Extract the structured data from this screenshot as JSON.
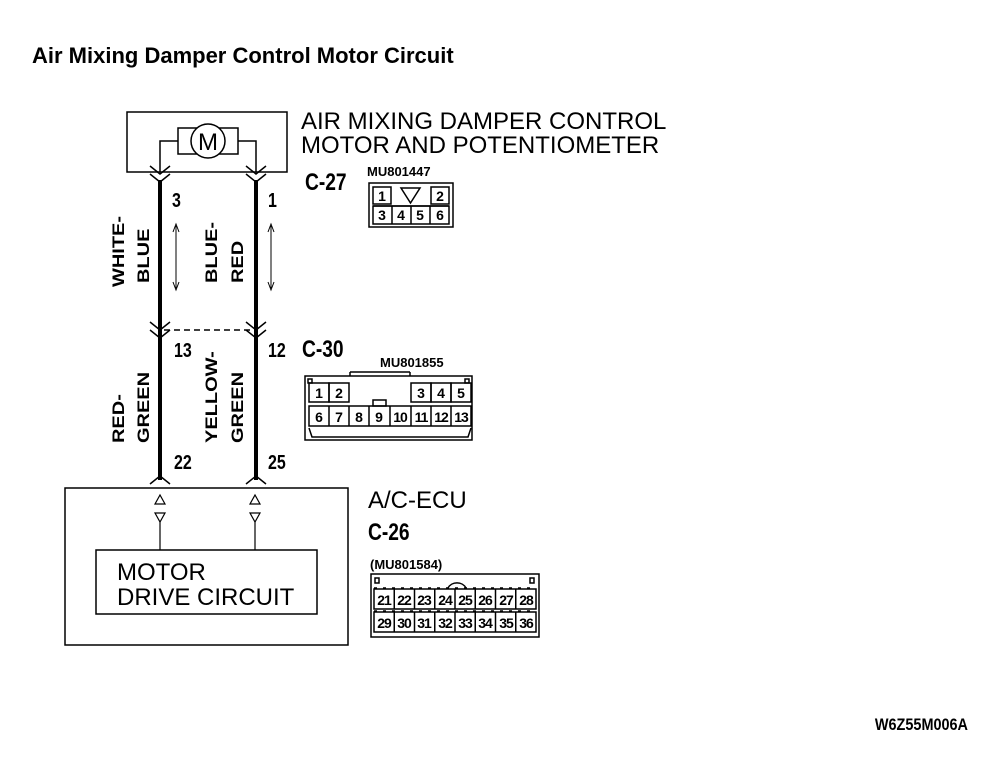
{
  "title": "Air Mixing Damper Control Motor Circuit",
  "figure_code": "W6Z55M006A",
  "components": {
    "motor": {
      "label_line1": "AIR MIXING DAMPER CONTROL",
      "label_line2": "MOTOR AND POTENTIOMETER",
      "symbol": "M",
      "connector": {
        "id": "C-27",
        "part_no": "MU801447",
        "top_row": [
          "1",
          "",
          "",
          "2"
        ],
        "bottom_row": [
          "3",
          "4",
          "5",
          "6"
        ]
      }
    },
    "intermediate_connector": {
      "id": "C-30",
      "part_no": "MU801855",
      "top_row": [
        "1",
        "2",
        "",
        "",
        "",
        "3",
        "4",
        "5"
      ],
      "bottom_row": [
        "6",
        "7",
        "8",
        "9",
        "10",
        "11",
        "12",
        "13"
      ]
    },
    "ecu": {
      "label": "A/C-ECU",
      "inner_label_line1": "MOTOR",
      "inner_label_line2": "DRIVE CIRCUIT",
      "connector": {
        "id": "C-26",
        "part_no": "(MU801584)",
        "top_row": [
          "21",
          "22",
          "23",
          "24",
          "25",
          "26",
          "27",
          "28"
        ],
        "bottom_row": [
          "29",
          "30",
          "31",
          "32",
          "33",
          "34",
          "35",
          "36"
        ]
      }
    }
  },
  "wires": {
    "left": {
      "motor_pin": "3",
      "upper_color_line1": "WHITE-",
      "upper_color_line2": "BLUE",
      "junction_pin": "13",
      "lower_color_line1": "RED-",
      "lower_color_line2": "GREEN",
      "ecu_pin": "22"
    },
    "right": {
      "motor_pin": "1",
      "upper_color_line1": "BLUE-",
      "upper_color_line2": "RED",
      "junction_pin": "12",
      "lower_color_line1": "YELLOW-",
      "lower_color_line2": "GREEN",
      "ecu_pin": "25"
    }
  }
}
